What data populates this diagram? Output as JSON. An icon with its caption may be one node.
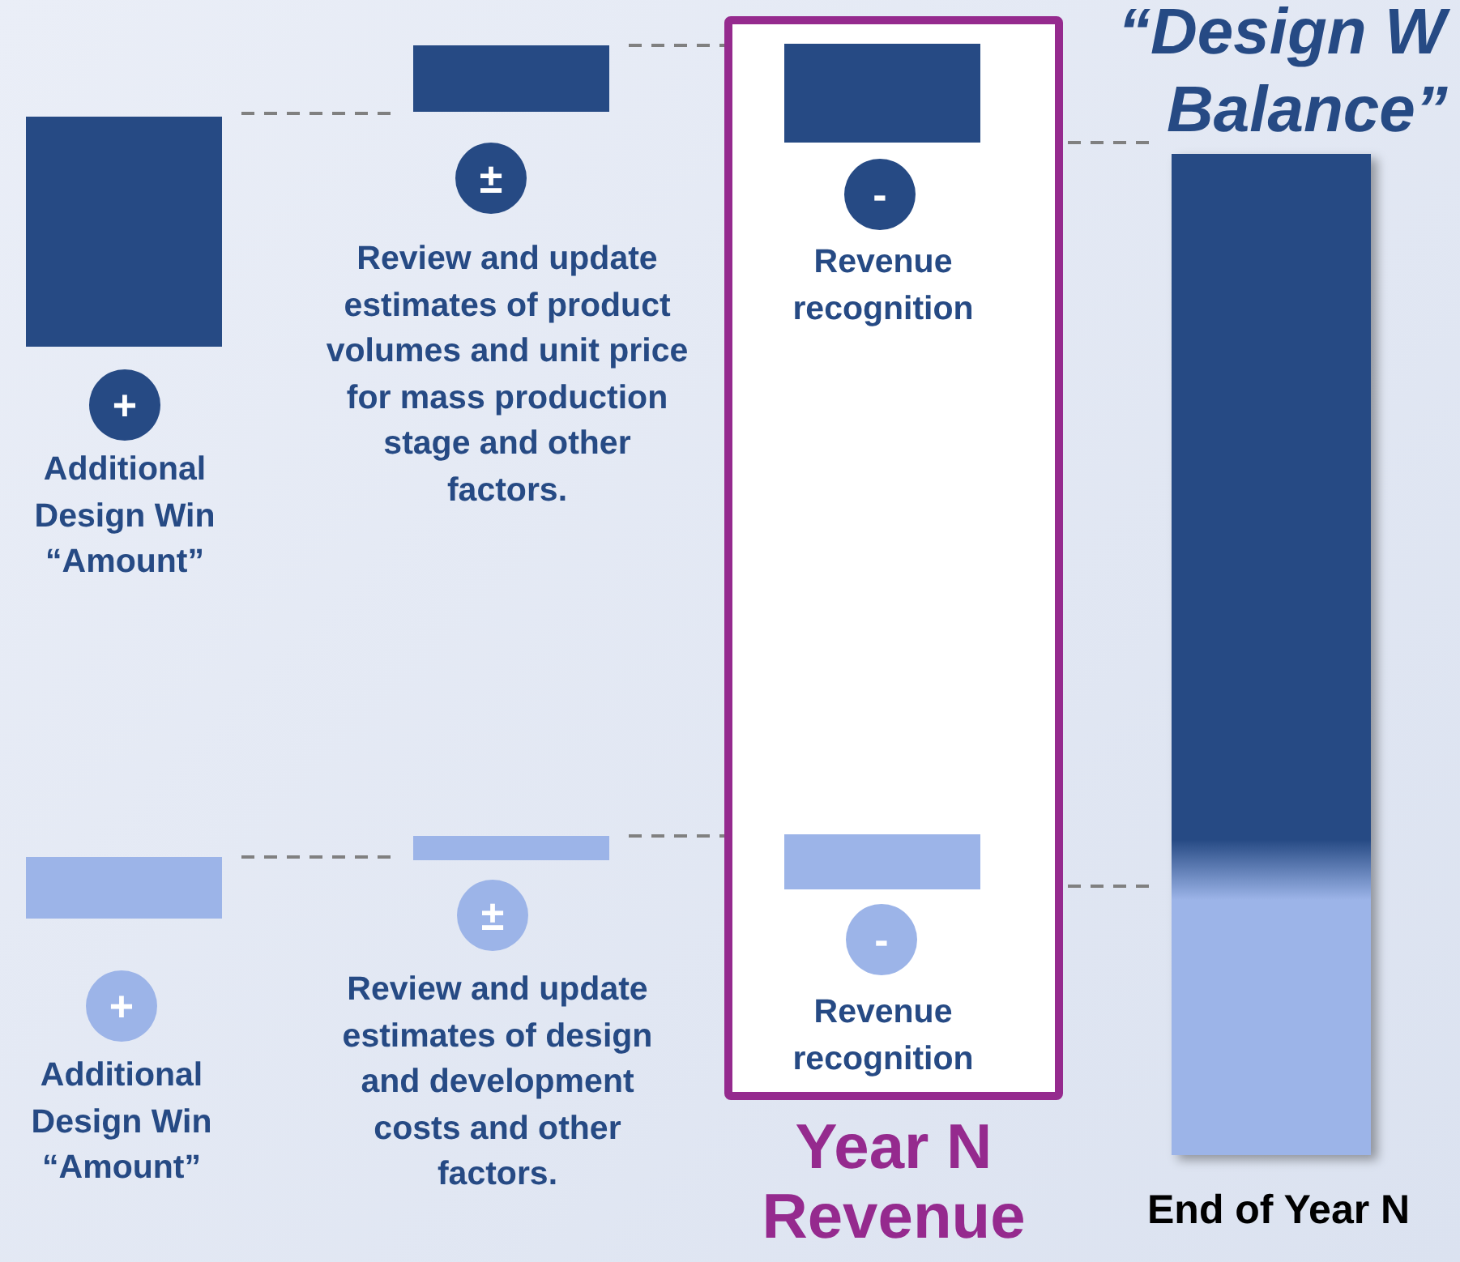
{
  "diagram": {
    "nodes": [
      {
        "text": [],
        "shape": "bar"
      },
      {
        "text": [
          "+"
        ],
        "beside": [
          "Additional Design Win “Amount”"
        ]
      },
      {
        "text": [],
        "shape": "bar"
      },
      {
        "text": [
          "±"
        ],
        "beside": [
          "Review and update estimates of product volumes and unit price for mass production stage and other factors."
        ]
      },
      {
        "text": [
          "Year N Revenue"
        ]
      },
      {
        "text": [],
        "shape": "bar",
        "in": 4
      },
      {
        "text": [
          "-"
        ],
        "in": 4,
        "beside": [
          "Revenue recognition"
        ]
      },
      {
        "text": [],
        "shape": "bar",
        "in": 4
      },
      {
        "text": [
          "-"
        ],
        "in": 4,
        "beside": [
          "Revenue recognition"
        ]
      },
      {
        "text": [],
        "shape": "bar",
        "beside": [
          "End of Year N"
        ]
      },
      {
        "text": [],
        "shape": "bar"
      },
      {
        "text": [
          "+"
        ],
        "beside": [
          "Additional Design Win “Amount”"
        ]
      },
      {
        "text": [],
        "shape": "bar"
      },
      {
        "text": [
          "±"
        ],
        "beside": [
          "Review and update estimates of design and development costs and other factors."
        ]
      }
    ],
    "edges": [
      {
        "from": 0,
        "to": 2,
        "arrow": "none",
        "style": "dashed",
        "color": "#808080"
      },
      {
        "from": 2,
        "to": 5,
        "arrow": "none",
        "style": "dashed",
        "color": "#808080"
      },
      {
        "from": 5,
        "to": 9,
        "arrow": "none",
        "style": "dashed",
        "color": "#808080"
      },
      {
        "from": 10,
        "to": 12,
        "arrow": "none",
        "style": "dashed",
        "color": "#808080"
      },
      {
        "from": 12,
        "to": 7,
        "arrow": "none",
        "style": "dashed",
        "color": "#808080"
      },
      {
        "from": 7,
        "to": 9,
        "arrow": "none",
        "style": "dashed",
        "color": "#808080"
      }
    ],
    "labels": [
      "“Design W",
      "Balance”"
    ]
  }
}
